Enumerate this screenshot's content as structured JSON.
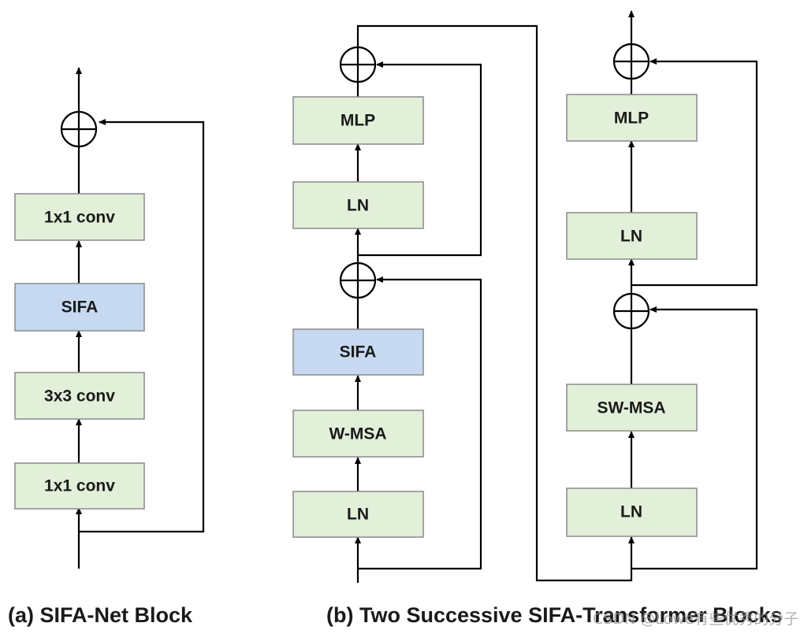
{
  "palette": {
    "green_fill": "#e2efd9",
    "blue_fill": "#c6d9f0",
    "box_stroke": "#8a8a8a",
    "line": "#000000"
  },
  "block_a": {
    "conv1_bottom": "1x1 conv",
    "conv3": "3x3 conv",
    "sifa": "SIFA",
    "conv1_top": "1x1 conv"
  },
  "block_b1": {
    "ln_bottom": "LN",
    "wmsa": "W-MSA",
    "sifa": "SIFA",
    "ln_top": "LN",
    "mlp": "MLP"
  },
  "block_b2": {
    "ln_bottom": "LN",
    "swmsa": "SW-MSA",
    "ln_top": "LN",
    "mlp": "MLP"
  },
  "captions": {
    "a": "(a) SIFA-Net Block",
    "b": "(b) Two Successive SIFA-Transformer Blocks"
  },
  "watermark": "CSDN @Lowe有些优秀的分子"
}
